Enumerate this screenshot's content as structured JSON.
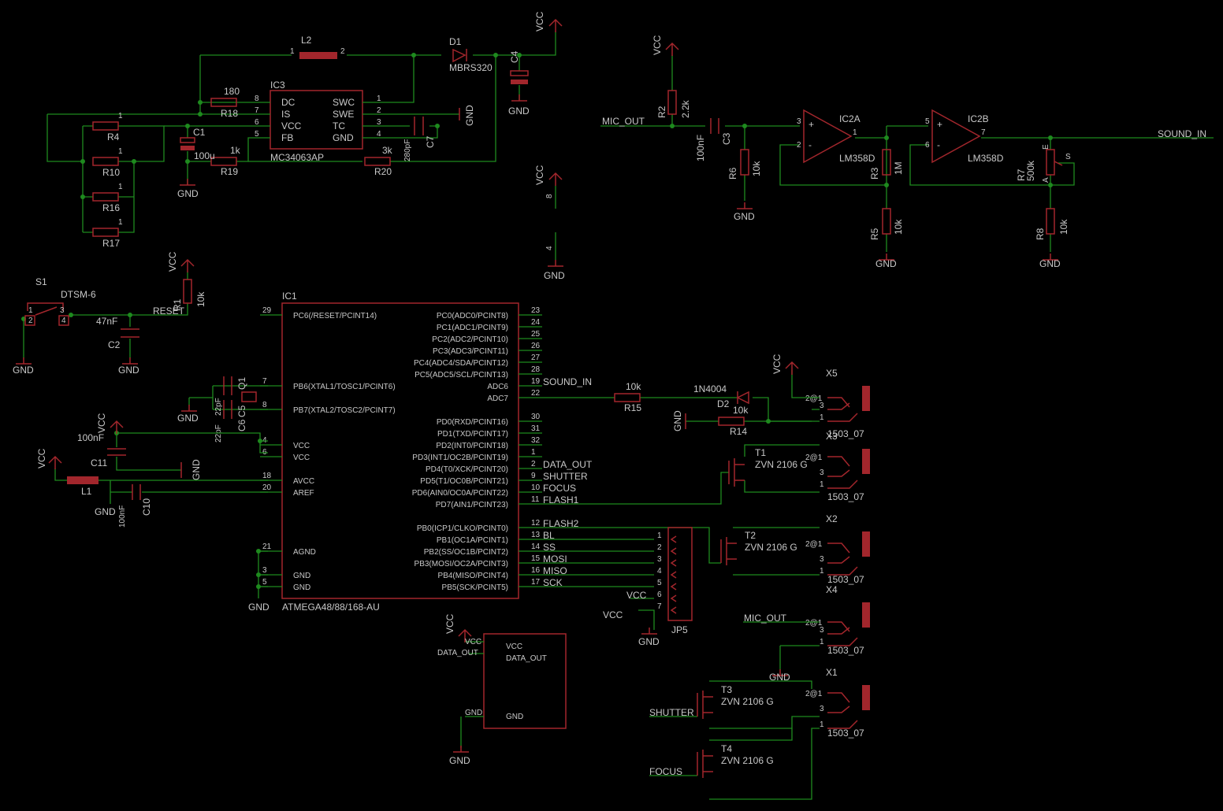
{
  "power": {
    "vcc": "VCC",
    "gnd": "GND"
  },
  "supply": {
    "l2": "L2",
    "d1": "D1",
    "d1_part": "MBRS320",
    "c4": "C4",
    "ic3": "IC3",
    "ic3_part": "MC34063AP",
    "ic3_pins_left": [
      "DC",
      "IS",
      "VCC",
      "FB"
    ],
    "ic3_pins_right": [
      "SWC",
      "SWE",
      "TC",
      "GND"
    ],
    "ic3_pinnums_left": [
      "8",
      "7",
      "6",
      "5"
    ],
    "ic3_pinnums_right": [
      "1",
      "2",
      "3",
      "4"
    ],
    "r18": "R18",
    "r18_val": "180",
    "r19": "R19",
    "r19_val": "1k",
    "r20": "R20",
    "r20_val": "3k",
    "c7": "C7",
    "c7_val": "280pF",
    "c1": "C1",
    "c1_val": "100u",
    "r4": "R4",
    "r10": "R10",
    "r16": "R16",
    "r17": "R17",
    "one": "1",
    "two": "2"
  },
  "mic": {
    "mic_out": "MIC_OUT",
    "sound_in": "SOUND_IN",
    "r2": "R2",
    "r2_val": "2.2k",
    "c3": "C3",
    "c3_val": "100nF",
    "r6": "R6",
    "r6_val": "10k",
    "ic2a": "IC2A",
    "ic2b": "IC2B",
    "opamp": "LM358D",
    "r3": "R3",
    "r3_val": "1M",
    "r5": "R5",
    "r5_val": "10k",
    "r7": "R7",
    "r7_val": "500k",
    "r8": "R8",
    "r8_val": "10k",
    "p3": "3",
    "p2": "2",
    "p1": "1",
    "p5": "5",
    "p6": "6",
    "p7": "7",
    "e": "E",
    "s": "S",
    "a": "A",
    "p8": "8",
    "p4": "4"
  },
  "mcu": {
    "ic1": "IC1",
    "part": "ATMEGA48/88/168-AU",
    "s1": "S1",
    "s1_part": "DTSM-6",
    "r1": "R1",
    "r1_val": "10k",
    "reset": "RESET",
    "c2": "C2",
    "c2_val": "47nF",
    "q1": "Q1",
    "c5": "C5",
    "c6": "C6",
    "c56_val": "22pF",
    "c11": "C11",
    "c11_val": "100nF",
    "l1": "L1",
    "c10": "C10",
    "c10_val": "100nF",
    "left_pins": [
      {
        "n": "29",
        "l": "PC6(/RESET/PCINT14)"
      },
      {
        "n": "7",
        "l": "PB6(XTAL1/TOSC1/PCINT6)"
      },
      {
        "n": "8",
        "l": "PB7(XTAL2/TOSC2/PCINT7)"
      },
      {
        "n": "4",
        "l": "VCC"
      },
      {
        "n": "6",
        "l": "VCC"
      },
      {
        "n": "18",
        "l": "AVCC"
      },
      {
        "n": "20",
        "l": "AREF"
      },
      {
        "n": "21",
        "l": "AGND"
      },
      {
        "n": "3",
        "l": "GND"
      },
      {
        "n": "5",
        "l": "GND"
      }
    ],
    "right_pins": [
      {
        "n": "23",
        "l": "PC0(ADC0/PCINT8)"
      },
      {
        "n": "24",
        "l": "PC1(ADC1/PCINT9)"
      },
      {
        "n": "25",
        "l": "PC2(ADC2/PCINT10)"
      },
      {
        "n": "26",
        "l": "PC3(ADC3/PCINT11)"
      },
      {
        "n": "27",
        "l": "PC4(ADC4/SDA/PCINT12)"
      },
      {
        "n": "28",
        "l": "PC5(ADC5/SCL/PCINT13)"
      },
      {
        "n": "19",
        "l": "ADC6"
      },
      {
        "n": "22",
        "l": "ADC7"
      },
      {
        "n": "30",
        "l": "PD0(RXD/PCINT16)"
      },
      {
        "n": "31",
        "l": "PD1(TXD/PCINT17)"
      },
      {
        "n": "32",
        "l": "PD2(INT0/PCINT18)"
      },
      {
        "n": "1",
        "l": "PD3(INT1/OC2B/PCINT19)"
      },
      {
        "n": "2",
        "l": "PD4(T0/XCK/PCINT20)"
      },
      {
        "n": "9",
        "l": "PD5(T1/OC0B/PCINT21)"
      },
      {
        "n": "10",
        "l": "PD6(AIN0/OC0A/PCINT22)"
      },
      {
        "n": "11",
        "l": "PD7(AIN1/PCINT23)"
      },
      {
        "n": "12",
        "l": "PB0(ICP1/CLKO/PCINT0)"
      },
      {
        "n": "13",
        "l": "PB1(OC1A/PCINT1)"
      },
      {
        "n": "14",
        "l": "PB2(SS/OC1B/PCINT2)"
      },
      {
        "n": "15",
        "l": "PB3(MOSI/OC2A/PCINT3)"
      },
      {
        "n": "16",
        "l": "PB4(MISO/PCINT4)"
      },
      {
        "n": "17",
        "l": "PB5(SCK/PCINT5)"
      }
    ],
    "nets": {
      "sound_in": "SOUND_IN",
      "data_out": "DATA_OUT",
      "shutter": "SHUTTER",
      "focus": "FOCUS",
      "flash1": "FLASH1",
      "flash2": "FLASH2",
      "bl": "BL",
      "ss": "SS",
      "mosi": "MOSI",
      "miso": "MISO",
      "sck": "SCK"
    }
  },
  "peripherals": {
    "r15": "R15",
    "r15_val": "10k",
    "d2": "D2",
    "d2_part": "1N4004",
    "r14": "R14",
    "r14_val": "10k",
    "jp5": "JP5",
    "jp_pins": [
      "1",
      "2",
      "3",
      "4",
      "5",
      "6",
      "7"
    ],
    "t1": "T1",
    "t2": "T2",
    "t3": "T3",
    "t4": "T4",
    "mosfet": "ZVN 2106 G",
    "x5": "X5",
    "x3": "X3",
    "x2": "X2",
    "x4": "X4",
    "x1": "X1",
    "jack": "1503_07",
    "jack_pins": [
      "2@1",
      "3",
      "1"
    ],
    "mic_out": "MIC_OUT",
    "shutter": "SHUTTER",
    "focus": "FOCUS",
    "mod_vcc": "VCC",
    "mod_data": "DATA_OUT",
    "mod_gnd": "GND"
  }
}
